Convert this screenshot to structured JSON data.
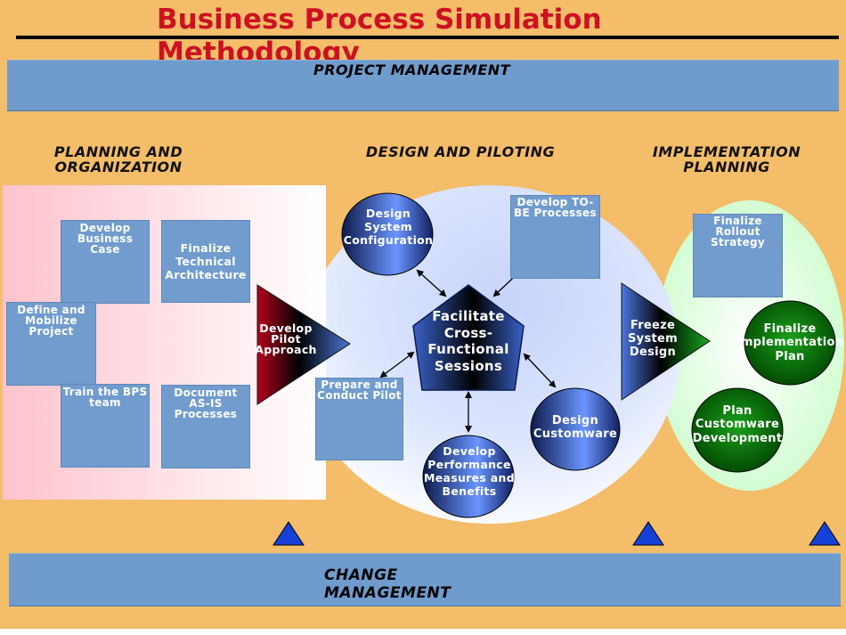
{
  "title": "Business Process Simulation Methodology",
  "bands": {
    "top": "PROJECT MANAGEMENT",
    "bottom": "CHANGE MANAGEMENT"
  },
  "phases": {
    "planning": "PLANNING  AND ORGANIZATION",
    "design": "DESIGN AND PILOTING",
    "implementation": "IMPLEMENTATION PLANNING"
  },
  "planning_boxes": {
    "business_case": "Develop Business Case",
    "tech_arch": "Finalize Technical Architecture",
    "define_mobilize": "Define and Mobilize Project",
    "train_team": "Train the BPS team",
    "document_asis": "Document AS-IS Processes"
  },
  "design_items": {
    "pilot_approach": "Develop Pilot Approach",
    "system_config": "Design System Configuration",
    "tobe": "Develop TO-BE Processes",
    "sessions": "Facilitate Cross-Functional Sessions",
    "conduct_pilot": "Prepare and Conduct Pilot",
    "customware": "Design Customware",
    "performance": "Develop Performance Measures and Benefits"
  },
  "implementation_items": {
    "freeze": "Freeze System Design",
    "rollout": "Finalize Rollout Strategy",
    "impl_plan": "Finalize Implementation Plan",
    "plan_customware": "Plan Customware Development"
  },
  "colors": {
    "background": "#f4bd6a",
    "band": "#6f9ccd",
    "title": "#cc1122",
    "box": "#719ccd",
    "milestone": "#1640d8"
  },
  "icons": {
    "milestone": "triangle-up-icon"
  }
}
